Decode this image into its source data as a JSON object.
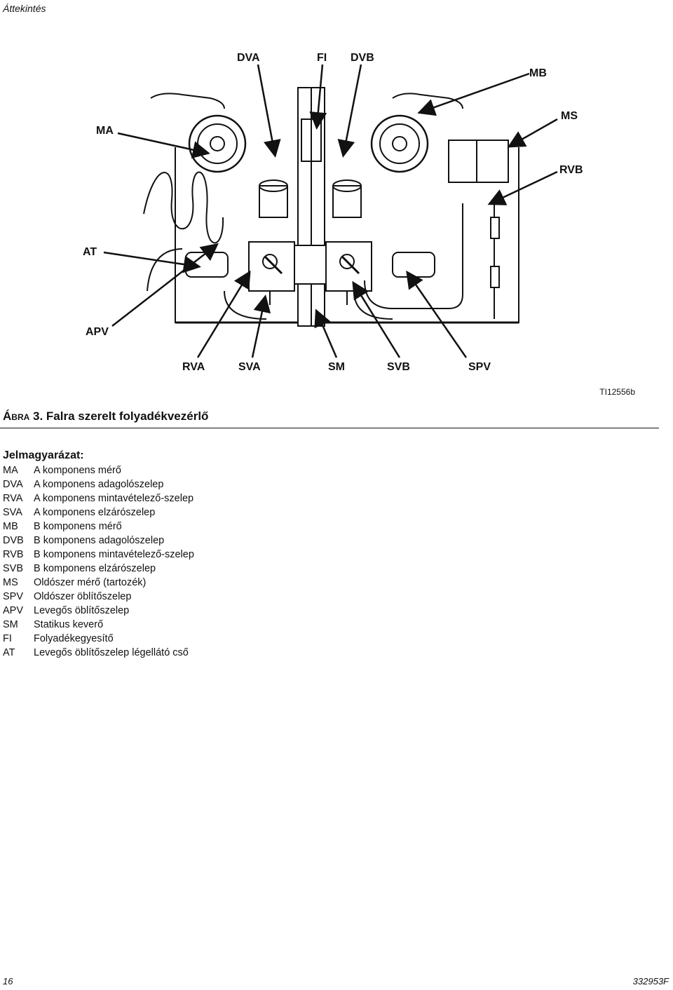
{
  "header": {
    "section": "Áttekintés"
  },
  "figure": {
    "callouts": {
      "dva": "DVA",
      "fi": "FI",
      "dvb": "DVB",
      "mb": "MB",
      "ma": "MA",
      "ms": "MS",
      "rvb": "RVB",
      "at": "AT",
      "apv": "APV",
      "rva": "RVA",
      "sva": "SVA",
      "sm": "SM",
      "svb": "SVB",
      "spv": "SPV"
    },
    "id": "TI12556b",
    "caption_prefix": "Ábra 3.",
    "caption_text": "Falra szerelt folyadékvezérlő"
  },
  "legend": {
    "title": "Jelmagyarázat:",
    "items": [
      {
        "code": "MA",
        "desc": "A komponens mérő"
      },
      {
        "code": "DVA",
        "desc": "A komponens adagolószelep"
      },
      {
        "code": "RVA",
        "desc": "A komponens mintavételező-szelep"
      },
      {
        "code": "SVA",
        "desc": "A komponens elzárószelep"
      },
      {
        "code": "MB",
        "desc": "B komponens mérő"
      },
      {
        "code": "DVB",
        "desc": "B komponens adagolószelep"
      },
      {
        "code": "RVB",
        "desc": "B komponens mintavételező-szelep"
      },
      {
        "code": "SVB",
        "desc": "B komponens elzárószelep"
      },
      {
        "code": "MS",
        "desc": "Oldószer mérő (tartozék)"
      },
      {
        "code": "SPV",
        "desc": "Oldószer öblítőszelep"
      },
      {
        "code": "APV",
        "desc": "Levegős öblítőszelep"
      },
      {
        "code": "SM",
        "desc": "Statikus keverő"
      },
      {
        "code": "FI",
        "desc": "Folyadékegyesítő"
      },
      {
        "code": "AT",
        "desc": "Levegős öblítőszelep légellátó cső"
      }
    ]
  },
  "footer": {
    "page_number": "16",
    "doc_number": "332953F"
  }
}
